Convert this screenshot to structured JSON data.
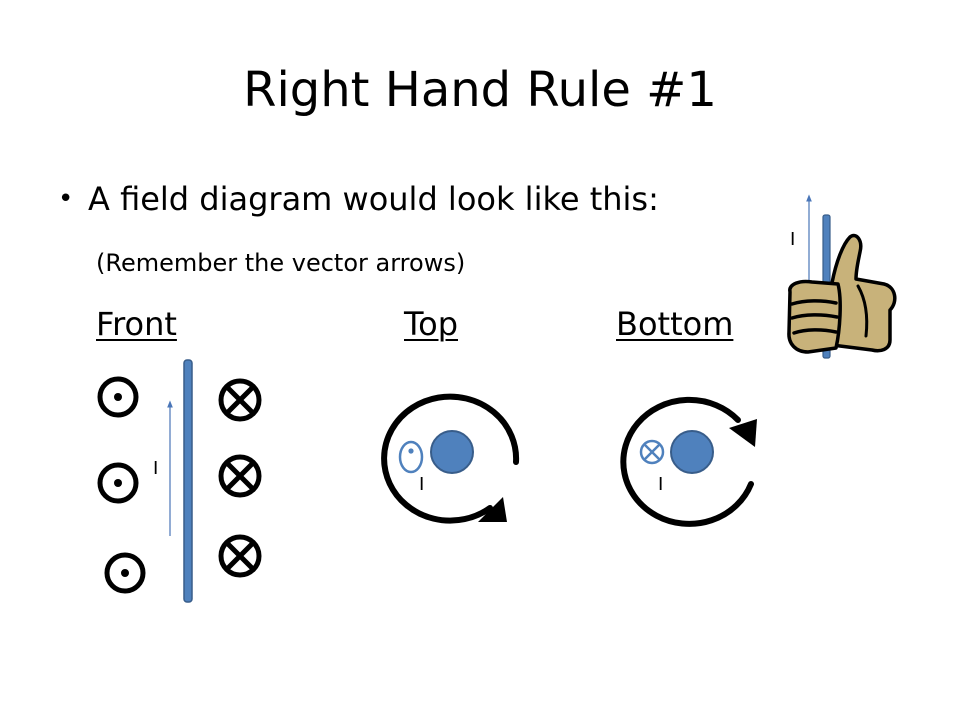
{
  "slide": {
    "title": "Right Hand Rule #1",
    "bullet": "A field diagram would look like this:",
    "note": "(Remember the vector arrows)"
  },
  "views": {
    "front": "Front",
    "top": "Top",
    "bottom": "Bottom"
  },
  "current_label": "I",
  "colors": {
    "wire": "#4f81bd",
    "wire_dark": "#385d8a",
    "symbol": "#000000",
    "thumb_skin": "#c8b27a",
    "arrow": "#4a76b8"
  },
  "icons": {
    "out_of_page": "dot-in-circle",
    "into_page": "x-in-circle",
    "hand": "thumbs-up-hand"
  }
}
